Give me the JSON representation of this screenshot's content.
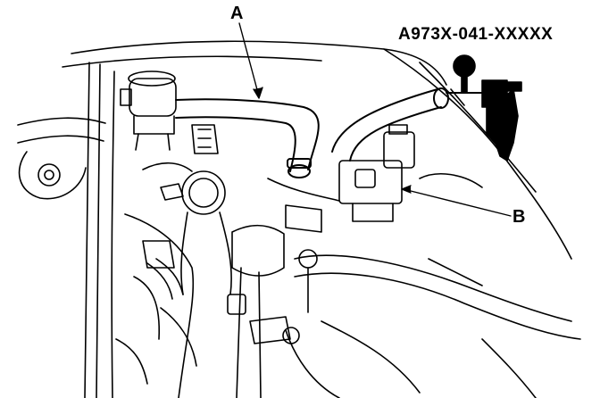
{
  "labels": {
    "tool_number": "A973X-041-XXXXX",
    "callout_a": "A",
    "callout_b": "B"
  },
  "colors": {
    "ink": "#000000",
    "background": "#ffffff"
  }
}
